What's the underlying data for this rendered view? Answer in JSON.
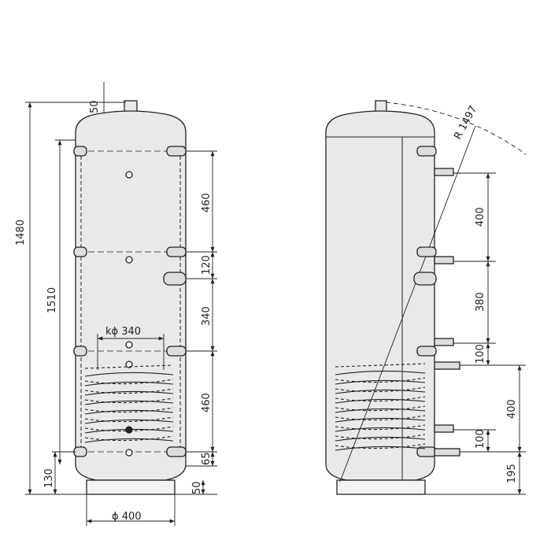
{
  "left_view": {
    "dims": {
      "d50_top": "50",
      "d1480": "1480",
      "d1510": "1510",
      "d460_a": "460",
      "d120": "120",
      "d340": "340",
      "d460_b": "460",
      "d65": "65",
      "d50_bottom": "50",
      "d130": "130",
      "coil_dia": "kϕ 340",
      "base_dia": "ϕ 400"
    }
  },
  "right_view": {
    "dims": {
      "radius": "R 1497",
      "d400_a": "400",
      "d380": "380",
      "d100_a": "100",
      "d400_b": "400",
      "d100_b": "100",
      "d195": "195"
    }
  },
  "colors": {
    "line": "#222222",
    "fill_tank": "#e9e9e9",
    "fill_body": "#f2f2f2"
  }
}
